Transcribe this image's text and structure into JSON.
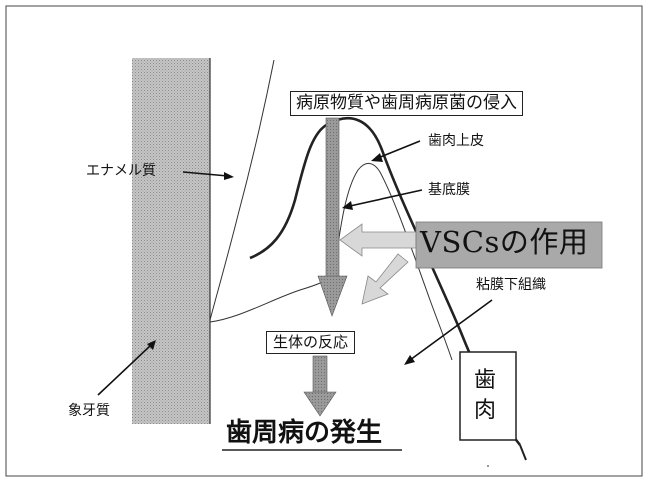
{
  "labels": {
    "enamel": "エナメル質",
    "dentin": "象牙質",
    "invasion": "病原物質や歯周病原菌の侵入",
    "epithelium": "歯肉上皮",
    "basement_membrane": "基底膜",
    "vsc_action": "VSCsの作用",
    "submucosa": "粘膜下組織",
    "host_response": "生体の反応",
    "onset": "歯周病の発生",
    "gingiva_line1": "歯",
    "gingiva_line2": "肉"
  },
  "colors": {
    "background": "#ffffff",
    "outline": "#222222",
    "dentin_fill": "#bdbdbd",
    "dark_arrow": "#7a7a7a",
    "light_arrow": "#d0d0d0",
    "vsc_box": "#a9a9a9"
  }
}
